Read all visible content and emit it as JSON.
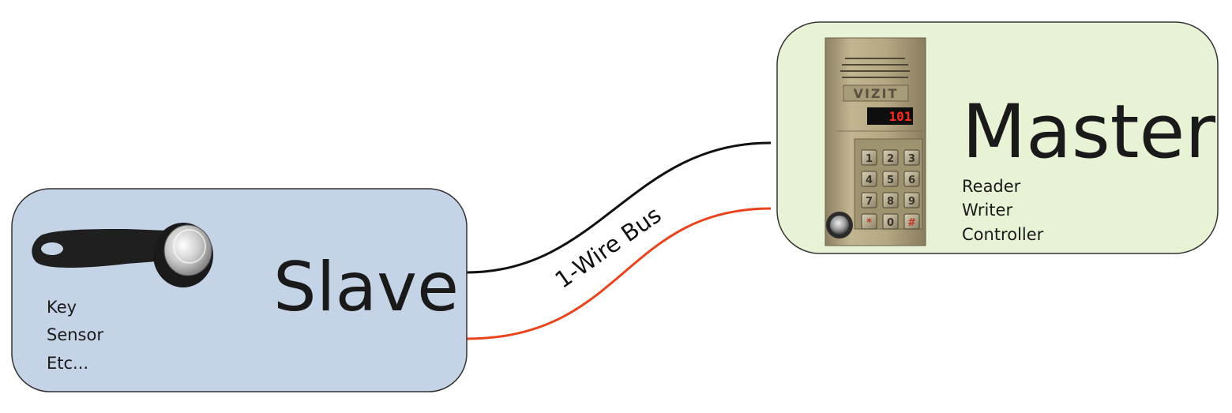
{
  "slave": {
    "title": "Slave",
    "items": [
      "Key",
      "Sensor",
      "Etc..."
    ],
    "fill": "#c5d3e6",
    "icon": "ibutton-key-fob-icon"
  },
  "master": {
    "title": "Master",
    "items": [
      "Reader",
      "Writer",
      "Controller"
    ],
    "fill": "#e8f3d6",
    "icon": "intercom-panel-icon",
    "panel": {
      "brand": "VIZIT",
      "display": "101",
      "keys": [
        "1",
        "2",
        "3",
        "4",
        "5",
        "6",
        "7",
        "8",
        "9",
        "*",
        "0",
        "#"
      ]
    }
  },
  "bus": {
    "label": "1-Wire Bus",
    "data_wire_color": "#111111",
    "ground_wire_color": "#e8441e"
  }
}
